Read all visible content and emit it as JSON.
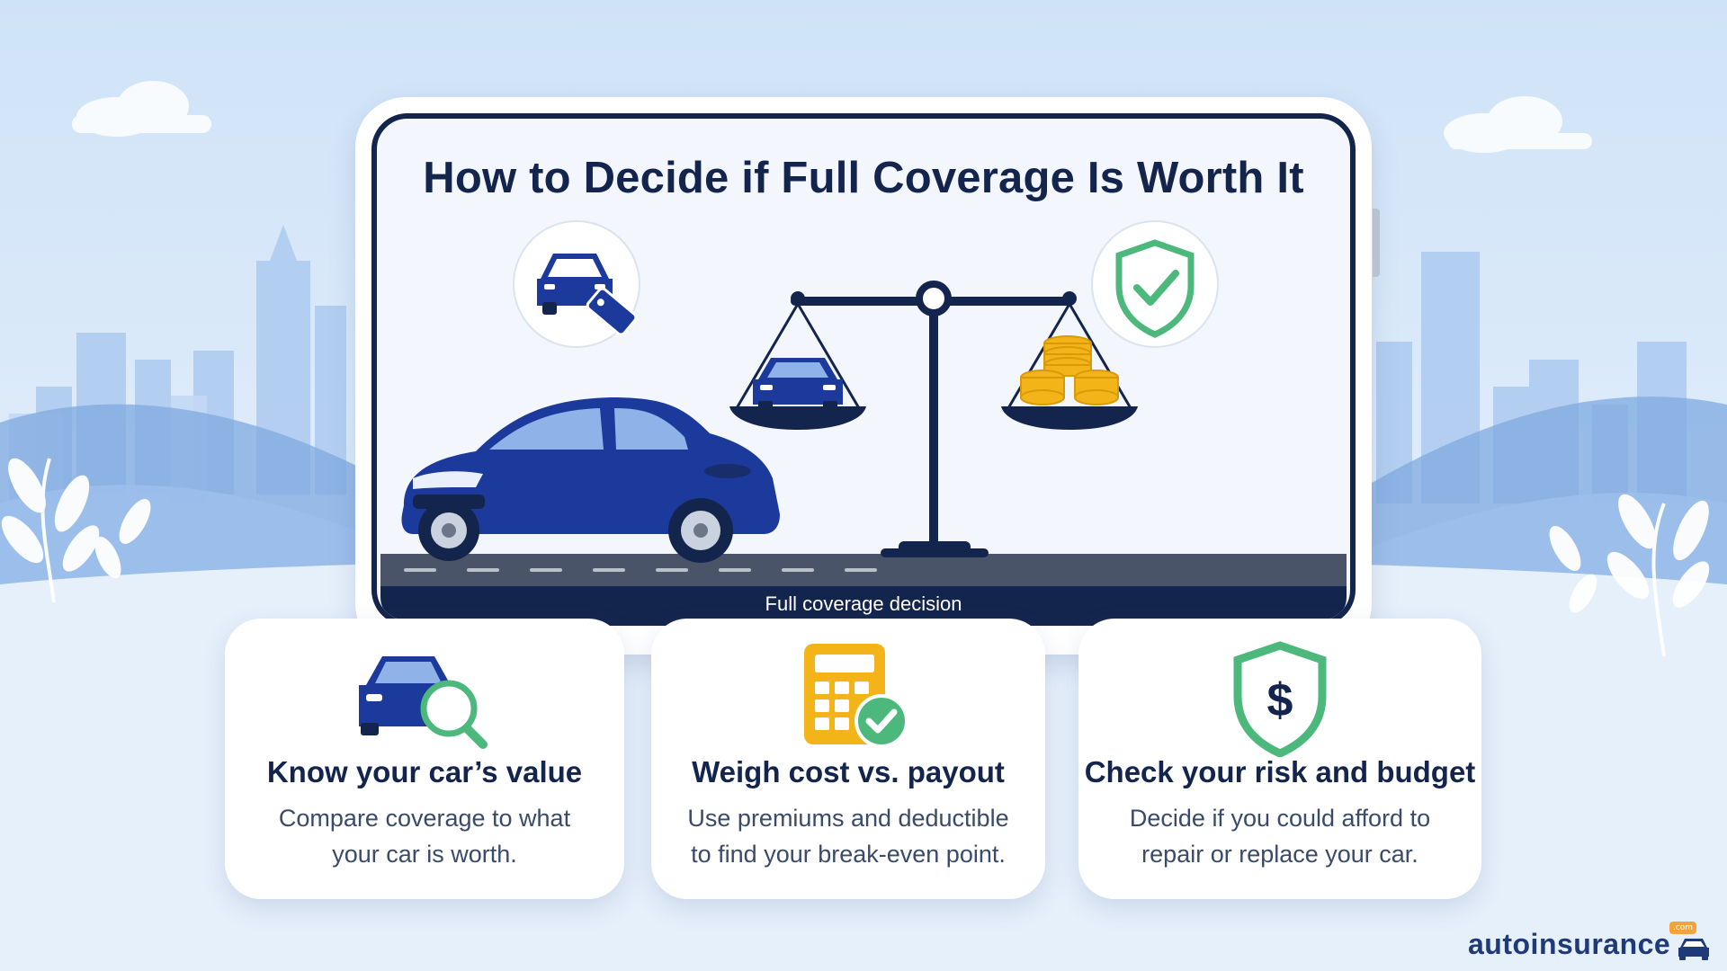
{
  "screen": {
    "title": "How to Decide if Full Coverage Is Worth It",
    "caption": "Full coverage decision",
    "icons": {
      "left": "car-price-tag-icon",
      "right": "shield-check-icon",
      "scale": "balance-scale-icon",
      "scale_left_pan": "car-icon",
      "scale_right_pan": "coin-stacks-icon"
    }
  },
  "cards": [
    {
      "icon": "car-magnifier-icon",
      "title": "Know your car’s value",
      "desc_line1": "Compare coverage to what",
      "desc_line2": "your car is worth."
    },
    {
      "icon": "calculator-check-icon",
      "title": "Weigh cost vs. payout",
      "desc_line1": "Use premiums and deductible",
      "desc_line2": "to find your break-even point."
    },
    {
      "icon": "shield-dollar-icon",
      "title": "Check your risk and budget",
      "desc_line1": "Decide if you could afford to",
      "desc_line2": "repair or replace your car."
    }
  ],
  "logo": {
    "text": "autoinsurance",
    "badge": ".com"
  },
  "colors": {
    "navy": "#14254d",
    "car_blue": "#1c3a9c",
    "green": "#4cb87c",
    "gold": "#f2b418",
    "sky": "#cfe3f8"
  }
}
